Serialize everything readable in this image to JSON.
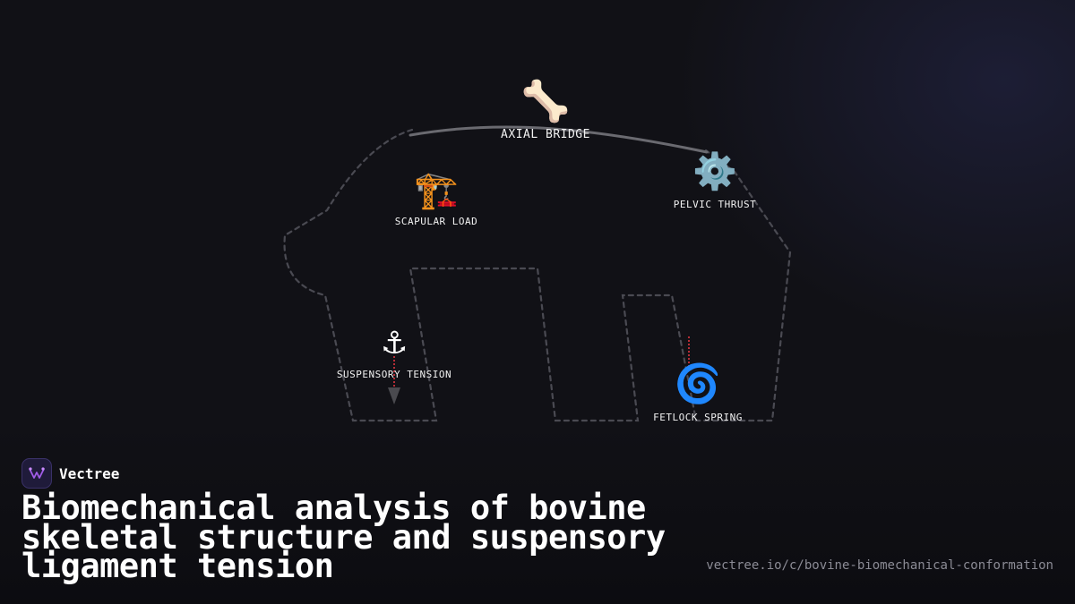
{
  "diagram": {
    "nodes": [
      {
        "id": "axial",
        "emoji": "🦴",
        "label": "AXIAL BRIDGE"
      },
      {
        "id": "scapular",
        "emoji": "🏗️",
        "label": "SCAPULAR LOAD"
      },
      {
        "id": "pelvic",
        "emoji": "⚙️",
        "label": "PELVIC THRUST"
      },
      {
        "id": "suspensory",
        "emoji": "⚓",
        "label": "SUSPENSORY TENSION"
      },
      {
        "id": "fetlock",
        "emoji": "🌀",
        "label": "FETLOCK SPRING"
      }
    ],
    "colors": {
      "outline": "#4a4a52",
      "spine": "#6a6a70",
      "tension": "#e0353f",
      "arrow": "#4a4a4f"
    }
  },
  "brand": {
    "name": "Vectree",
    "logo_icon": "vectree-logo-icon"
  },
  "title": "Biomechanical analysis of bovine skeletal structure and suspensory ligament tension",
  "url": "vectree.io/c/bovine-biomechanical-conformation"
}
